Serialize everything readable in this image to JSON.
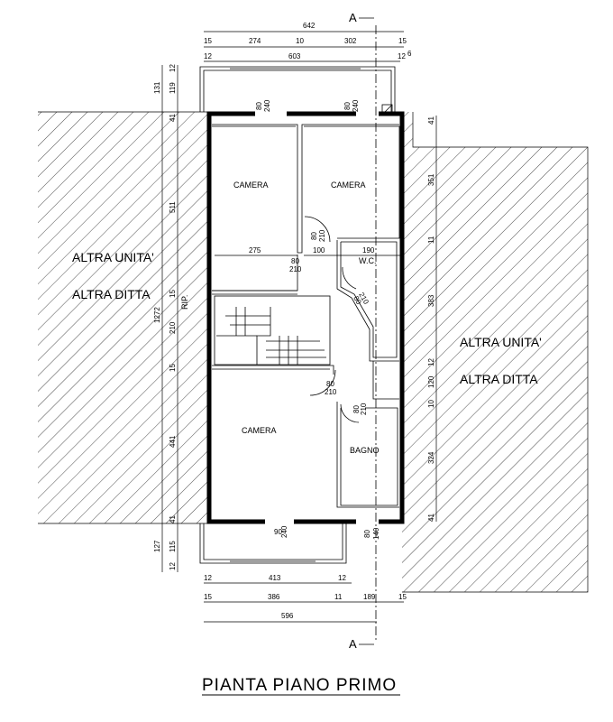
{
  "title": "PIANTA PIANO PRIMO",
  "section_marks": [
    "A",
    "A"
  ],
  "rooms": {
    "camera_top_left": "CAMERA",
    "camera_top_right": "CAMERA",
    "wc": "W.C.",
    "camera_bottom": "CAMERA",
    "bagno": "BAGNO",
    "rip": "RIP."
  },
  "neighbors": {
    "left_line1": "ALTRA UNITA'",
    "left_line2": "ALTRA DITTA",
    "right_line1": "ALTRA UNITA'",
    "right_line2": "ALTRA DITTA"
  },
  "top_dims": {
    "total": "642",
    "row2": [
      "15",
      "274",
      "10",
      "302",
      "15"
    ],
    "row3_left": "12",
    "row3_mid": "603",
    "row3_right": "12",
    "row3_right2": "6"
  },
  "bottom_dims": {
    "row1": [
      "12",
      "413",
      "12"
    ],
    "row2": [
      "15",
      "386",
      "11",
      "189",
      "15"
    ],
    "total": "596"
  },
  "left_dims": {
    "outer": [
      "131",
      "1272",
      "127"
    ],
    "inner": [
      "119",
      "41",
      "511",
      "15",
      "210",
      "15",
      "441",
      "41",
      "115",
      "12",
      "12"
    ]
  },
  "right_dims": [
    "41",
    "351",
    "11",
    "383",
    "12",
    "120",
    "10",
    "324",
    "41"
  ],
  "door_labels": {
    "d1": [
      "80",
      "240"
    ],
    "d2": [
      "80",
      "240"
    ],
    "d3": [
      "80",
      "210"
    ],
    "d4": [
      "80",
      "210"
    ],
    "d5": [
      "80",
      "210"
    ],
    "d6": [
      "80",
      "210"
    ],
    "d7": [
      "80",
      "210"
    ],
    "d8": [
      "90",
      "240"
    ],
    "d9": [
      "80",
      "140"
    ]
  },
  "inner_dims": {
    "w275": "275",
    "w100": "100",
    "w190": "190"
  }
}
